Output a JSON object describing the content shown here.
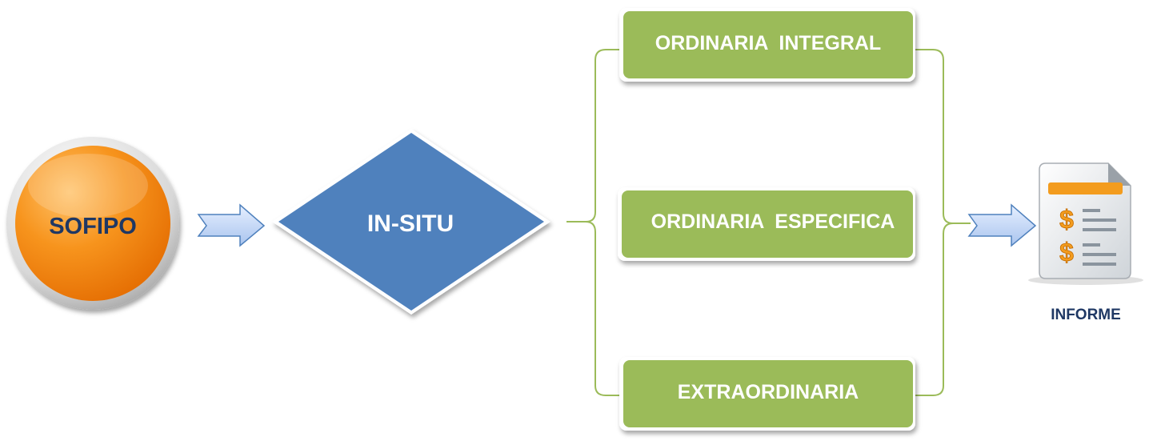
{
  "diagram": {
    "start_node": {
      "label": "SOFIPO"
    },
    "decision_node": {
      "label": "IN-SITU"
    },
    "options": [
      {
        "label": "ORDINARIA  INTEGRAL"
      },
      {
        "label": "ORDINARIA  ESPECIFICA"
      },
      {
        "label": "EXTRAORDINARIA"
      }
    ],
    "output_node": {
      "label": "INFORME",
      "icon": "report-document-icon"
    }
  },
  "colors": {
    "start_fill": "#f7941d",
    "decision_fill": "#4f81bd",
    "option_fill": "#9bbb59",
    "connector": "#9bbb59",
    "arrow_fill": "#c6d9f1",
    "arrow_stroke": "#4f81bd",
    "text_dark": "#1f3864",
    "text_light": "#ffffff"
  }
}
